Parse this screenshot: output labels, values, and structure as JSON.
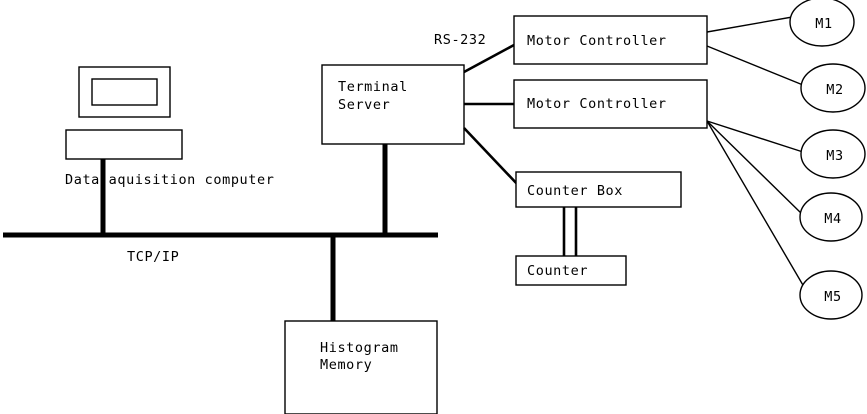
{
  "diagram": {
    "title": "Data acquisition system block diagram",
    "background_color": "#ffffff",
    "line_color": "#000000",
    "labels": {
      "bus": "TCP/IP",
      "serial_link": "RS-232",
      "computer_caption": "Data aquisition computer"
    },
    "boxes": {
      "terminal_server": {
        "line1": "Terminal",
        "line2": "Server"
      },
      "motor_controller_1": "Motor Controller",
      "motor_controller_2": "Motor Controller",
      "counter_box": "Counter Box",
      "counter": "Counter",
      "histogram_memory": {
        "line1": "Histogram",
        "line2": "Memory"
      }
    },
    "motors": [
      {
        "label": "M1"
      },
      {
        "label": "M2"
      },
      {
        "label": "M3"
      },
      {
        "label": "M4"
      },
      {
        "label": "M5"
      }
    ]
  }
}
